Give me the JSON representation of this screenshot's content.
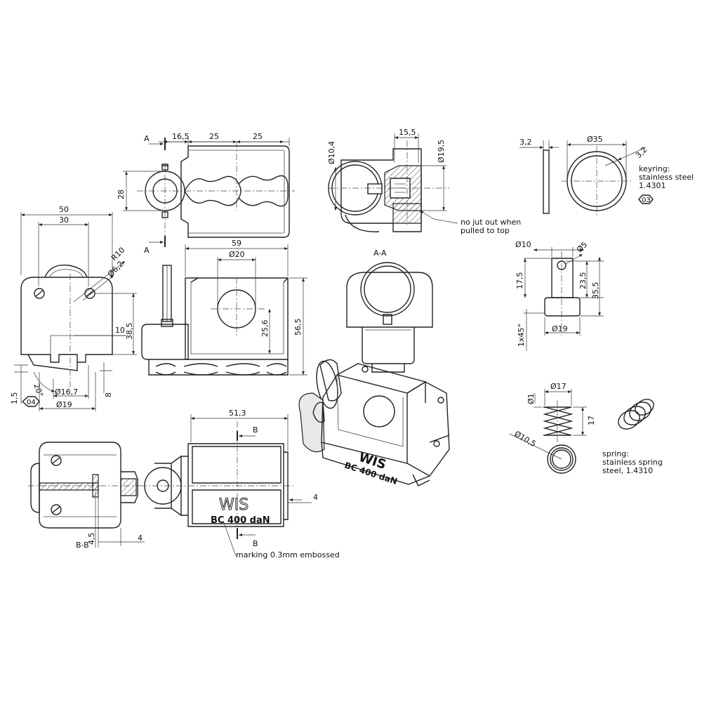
{
  "sections": {
    "a": "A",
    "aa": "A-A",
    "b": "B",
    "bb": "B-B"
  },
  "dims": {
    "d16_5": "16,5",
    "d25a": "25",
    "d25b": "25",
    "d28": "28",
    "d50": "50",
    "d30": "30",
    "r10": "R10",
    "phi6_2": "Ø6,2",
    "d10": "10",
    "d38_5": "38,5",
    "d8": "8",
    "d1_5": "1,5",
    "ang20": "20°",
    "phi16_7": "Ø16,7",
    "phi19a": "Ø19",
    "d59": "59",
    "phi20": "Ø20",
    "d25_6": "25,6",
    "d56_5": "56,5",
    "phi10_4": "Ø10,4",
    "d15_5": "15,5",
    "phi19_5": "Ø19,5",
    "d51_3": "51,3",
    "d4a": "4",
    "d4_5": "4,5",
    "d4b": "4",
    "d3_2a": "3,2",
    "phi35": "Ø35",
    "d3_2b": "3,2",
    "phi10": "Ø10",
    "phi5": "Ø5",
    "d17_5": "17,5",
    "d23_5": "23,5",
    "d35_5": "35,5",
    "chamfer": "1x45°",
    "phi19b": "Ø19",
    "phi17": "Ø17",
    "phi1": "Ø1",
    "d17": "17",
    "phi10_5": "Ø10,5"
  },
  "notes": {
    "no_jut_1": "no jut out when",
    "no_jut_2": "pulled to top",
    "keyring_1": "keyring:",
    "keyring_2": "stainless steel",
    "keyring_3": "1.4301",
    "spring_1": "spring:",
    "spring_2": "stainless spring",
    "spring_3": "steel, 1.4310",
    "marking": "marking 0.3mm embossed"
  },
  "part_tags": {
    "tag_03": "03",
    "tag_04": "04"
  },
  "engraving": {
    "brand": "WIS",
    "rating": "BC 400 daN"
  },
  "colors": {
    "line": "#222222",
    "background": "#ffffff"
  }
}
